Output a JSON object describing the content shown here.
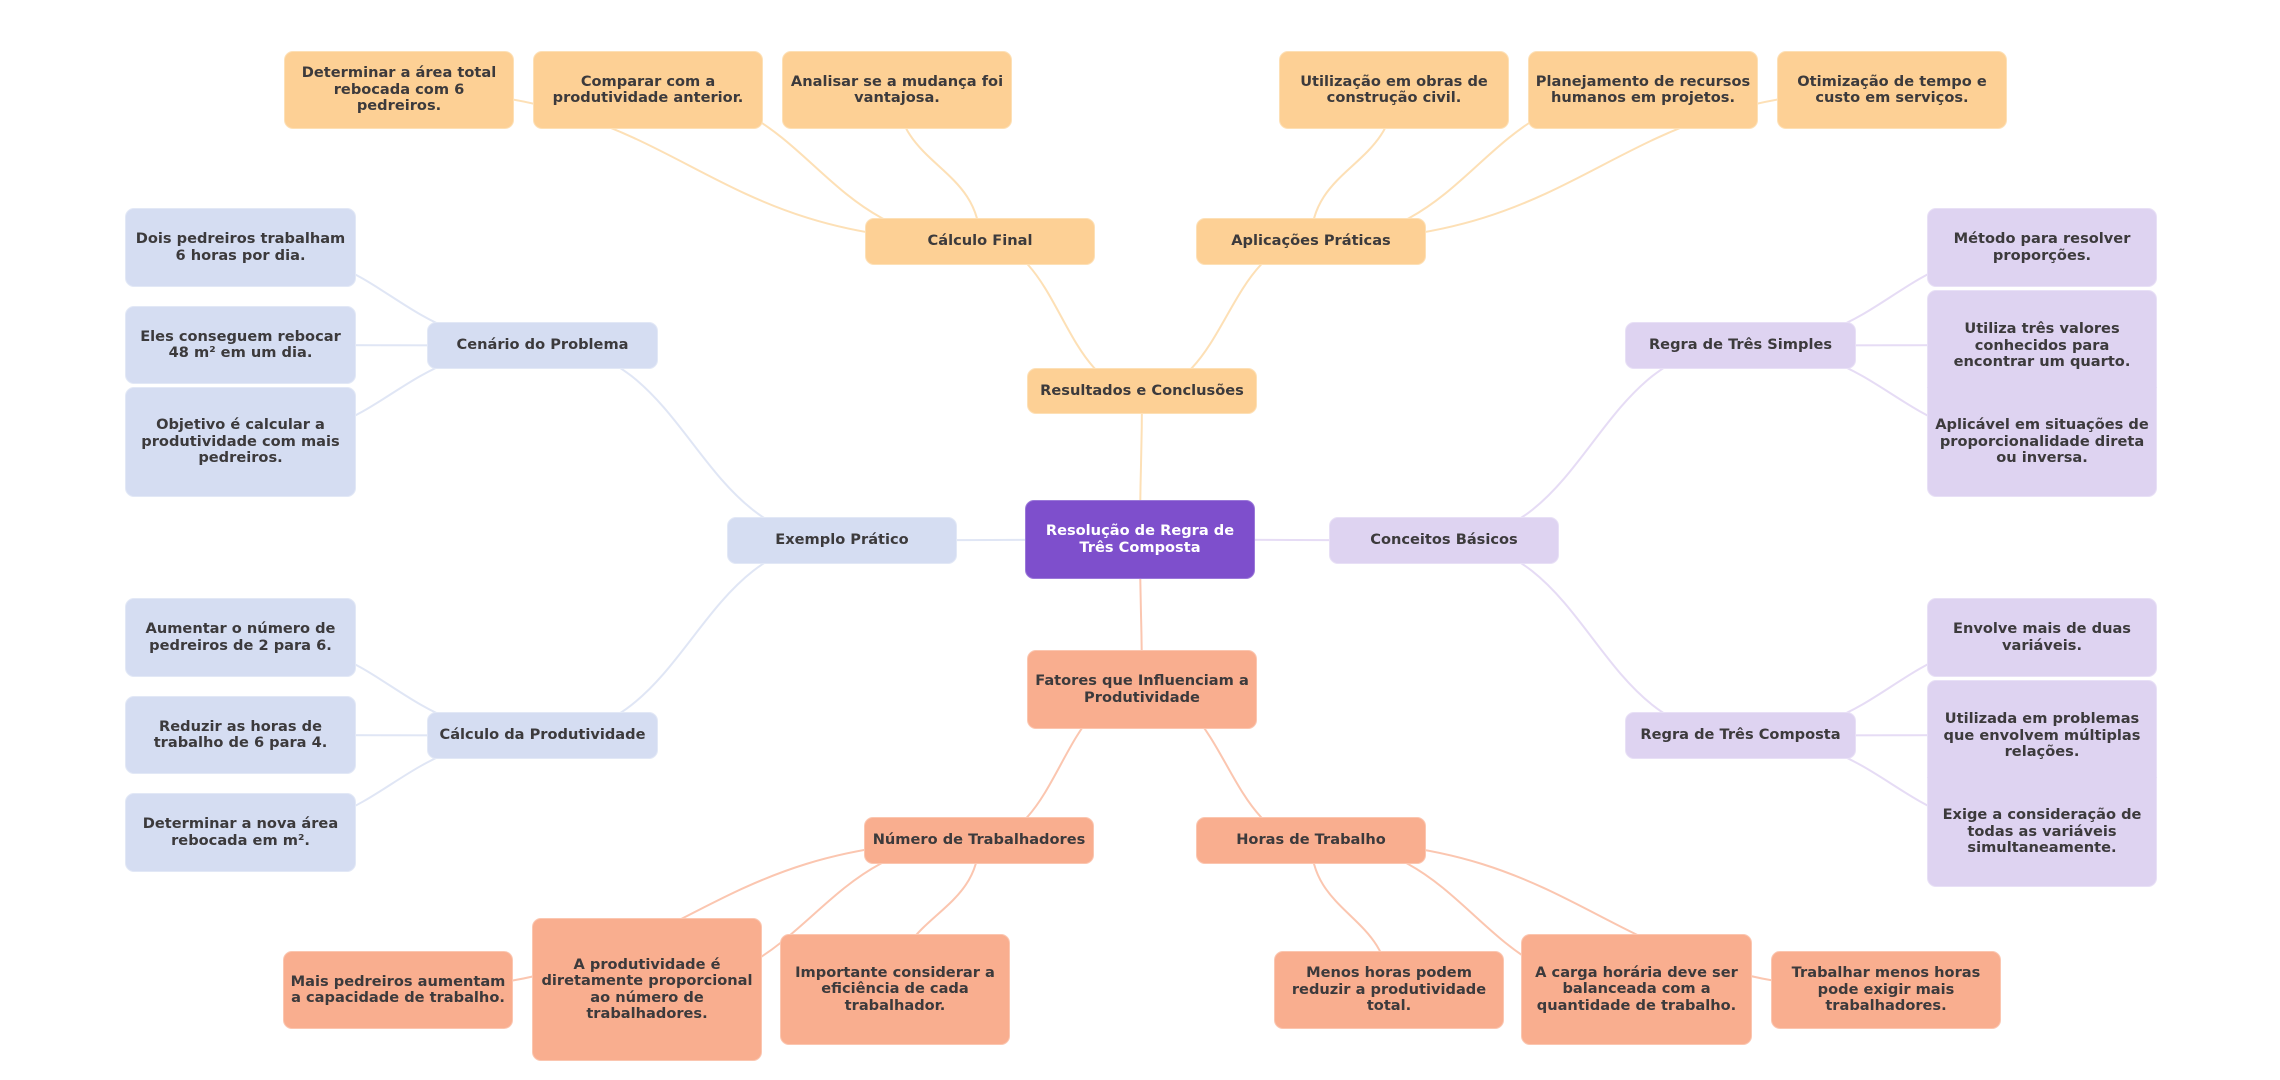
{
  "diagram": {
    "type": "mind-map",
    "root": {
      "id": "root",
      "label": "Resolução de Regra de Três Composta",
      "color": "#7e4fcc"
    },
    "palette": {
      "results": "#fdd095",
      "factors": "#f9ae8f",
      "example": "#d5ddf2",
      "concepts": "#ded3f1",
      "text": "#3c3a3c",
      "root_text": "#ffffff"
    },
    "nodes": [
      {
        "id": "results",
        "label": "Resultados e Conclusões",
        "parent": "root"
      },
      {
        "id": "calc-final",
        "label": "Cálculo Final",
        "parent": "results"
      },
      {
        "id": "cf-1",
        "label": "Determinar a área total rebocada com 6 pedreiros.",
        "parent": "calc-final"
      },
      {
        "id": "cf-2",
        "label": "Comparar com a produtividade anterior.",
        "parent": "calc-final"
      },
      {
        "id": "cf-3",
        "label": "Analisar se a mudança foi vantajosa.",
        "parent": "calc-final"
      },
      {
        "id": "apps",
        "label": "Aplicações Práticas",
        "parent": "results"
      },
      {
        "id": "ap-1",
        "label": "Utilização em obras de construção civil.",
        "parent": "apps"
      },
      {
        "id": "ap-2",
        "label": "Planejamento de recursos humanos em projetos.",
        "parent": "apps"
      },
      {
        "id": "ap-3",
        "label": "Otimização de tempo e custo em serviços.",
        "parent": "apps"
      },
      {
        "id": "example",
        "label": "Exemplo Prático",
        "parent": "root"
      },
      {
        "id": "scenario",
        "label": "Cenário do Problema",
        "parent": "example"
      },
      {
        "id": "sc-1",
        "label": "Dois pedreiros trabalham 6 horas por dia.",
        "parent": "scenario"
      },
      {
        "id": "sc-2",
        "label": "Eles conseguem rebocar 48 m² em um dia.",
        "parent": "scenario"
      },
      {
        "id": "sc-3",
        "label": "Objetivo é calcular a produtividade com mais pedreiros.",
        "parent": "scenario"
      },
      {
        "id": "calc-prod",
        "label": "Cálculo da Produtividade",
        "parent": "example"
      },
      {
        "id": "cp-1",
        "label": "Aumentar o número de pedreiros de 2 para 6.",
        "parent": "calc-prod"
      },
      {
        "id": "cp-2",
        "label": "Reduzir as horas de trabalho de 6 para 4.",
        "parent": "calc-prod"
      },
      {
        "id": "cp-3",
        "label": "Determinar a nova área rebocada em m².",
        "parent": "calc-prod"
      },
      {
        "id": "concepts",
        "label": "Conceitos Básicos",
        "parent": "root"
      },
      {
        "id": "simple",
        "label": "Regra de Três Simples",
        "parent": "concepts"
      },
      {
        "id": "si-1",
        "label": "Método para resolver proporções.",
        "parent": "simple"
      },
      {
        "id": "si-2",
        "label": "Utiliza três valores conhecidos para encontrar um quarto.",
        "parent": "simple"
      },
      {
        "id": "si-3",
        "label": "Aplicável em situações de proporcionalidade direta ou inversa.",
        "parent": "simple"
      },
      {
        "id": "compound",
        "label": "Regra de Três Composta",
        "parent": "concepts"
      },
      {
        "id": "co-1",
        "label": "Envolve mais de duas variáveis.",
        "parent": "compound"
      },
      {
        "id": "co-2",
        "label": "Utilizada em problemas que envolvem múltiplas relações.",
        "parent": "compound"
      },
      {
        "id": "co-3",
        "label": "Exige a consideração de todas as variáveis simultaneamente.",
        "parent": "compound"
      },
      {
        "id": "factors",
        "label": "Fatores que Influenciam a Produtividade",
        "parent": "root"
      },
      {
        "id": "workers",
        "label": "Número de Trabalhadores",
        "parent": "factors"
      },
      {
        "id": "wk-1",
        "label": "Mais pedreiros aumentam a capacidade de trabalho.",
        "parent": "workers"
      },
      {
        "id": "wk-2",
        "label": "A produtividade é diretamente proporcional ao número de trabalhadores.",
        "parent": "workers"
      },
      {
        "id": "wk-3",
        "label": "Importante considerar a eficiência de cada trabalhador.",
        "parent": "workers"
      },
      {
        "id": "hours",
        "label": "Horas de Trabalho",
        "parent": "factors"
      },
      {
        "id": "hr-1",
        "label": "Menos horas podem reduzir a produtividade total.",
        "parent": "hours"
      },
      {
        "id": "hr-2",
        "label": "A carga horária deve ser balanceada com a quantidade de trabalho.",
        "parent": "hours"
      },
      {
        "id": "hr-3",
        "label": "Trabalhar menos horas pode exigir mais trabalhadores.",
        "parent": "hours"
      }
    ]
  }
}
